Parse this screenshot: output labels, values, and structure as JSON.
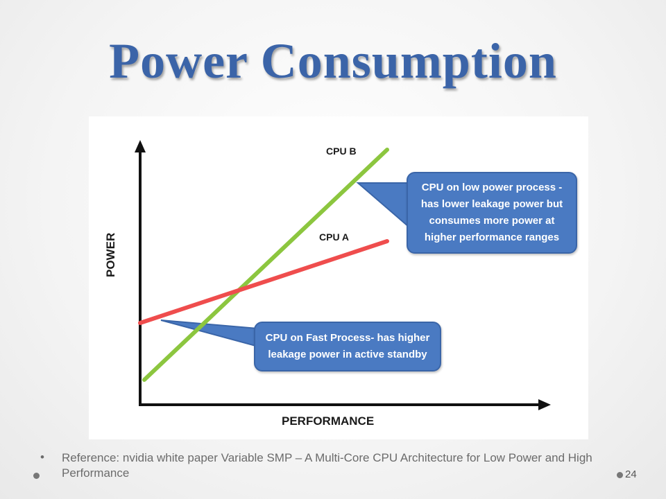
{
  "slide": {
    "title": "Power Consumption",
    "reference_bullet": "•",
    "reference": "Reference: nvidia white paper Variable SMP – A Multi-Core CPU Architecture for Low Power and High Performance",
    "page_number": "24"
  },
  "diagram": {
    "y_axis_label": "POWER",
    "x_axis_label": "PERFORMANCE",
    "cpu_b_label": "CPU B",
    "cpu_a_label": "CPU A",
    "cpu_b_color": "#8cc63f",
    "cpu_a_color": "#ef4d4d",
    "callout_color": "#4a7ac2",
    "callout_top": "CPU on low power process - has lower leakage power but consumes more power at higher performance ranges",
    "callout_bottom": "CPU on Fast Process- has higher leakage power in active standby"
  }
}
